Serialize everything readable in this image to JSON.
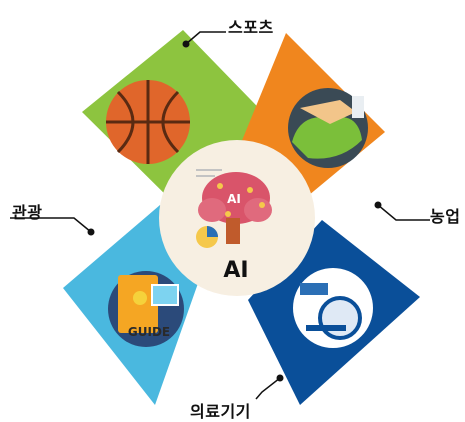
{
  "center": {
    "label": "AI",
    "brain_text": "AI"
  },
  "sectors": [
    {
      "label": "스포츠",
      "color": "#8dc43f",
      "icon": "basketball-icon"
    },
    {
      "label": "농업",
      "color": "#f0861e",
      "icon": "hand-soil-icon"
    },
    {
      "label": "관광",
      "color": "#4ab8df",
      "icon": "guide-book-icon",
      "icon_text": "GUIDE"
    },
    {
      "label": "의료기기",
      "color": "#0a4f99",
      "icon": "mri-scanner-icon"
    }
  ]
}
